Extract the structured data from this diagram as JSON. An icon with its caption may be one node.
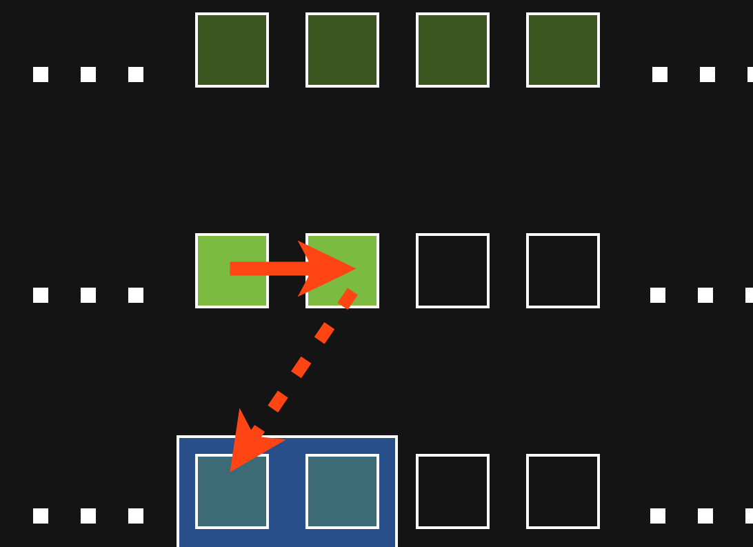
{
  "diagram": {
    "nodes": [
      {
        "text": [],
        "shape": "box"
      },
      {
        "text": [],
        "shape": "box"
      },
      {
        "text": [],
        "shape": "box"
      },
      {
        "text": [],
        "shape": "box"
      },
      {
        "text": [],
        "shape": "box"
      },
      {
        "text": [],
        "shape": "box"
      },
      {
        "text": [],
        "shape": "box"
      },
      {
        "text": [],
        "shape": "box"
      },
      {
        "text": [],
        "shape": "box"
      },
      {
        "text": [],
        "shape": "box",
        "in": 8
      },
      {
        "text": [],
        "shape": "box",
        "in": 8
      },
      {
        "text": [],
        "shape": "box"
      },
      {
        "text": [],
        "shape": "box"
      }
    ],
    "edges": [
      {
        "from": 4,
        "to": 5,
        "arrow": "to"
      },
      {
        "from": 5,
        "to": 9,
        "arrow": "to",
        "style": "dashed"
      }
    ]
  }
}
